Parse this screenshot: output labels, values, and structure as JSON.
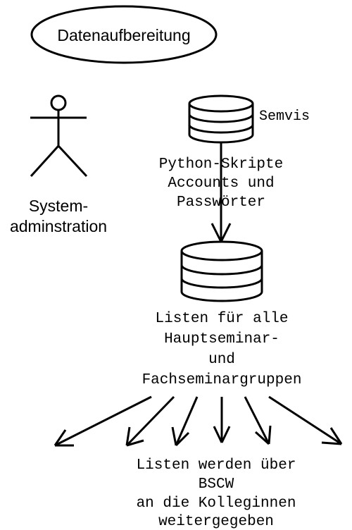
{
  "usecase": {
    "label": "Datenaufbereitung"
  },
  "actor": {
    "lines": [
      "System-",
      "adminstration"
    ]
  },
  "source_db": {
    "label": "Semvis"
  },
  "process": {
    "lines": [
      "Python-Skripte",
      "Accounts und",
      "Passwörter"
    ]
  },
  "target_db": {
    "lines": [
      "Listen für alle",
      "Hauptseminar-",
      "und",
      "Fachseminargruppen"
    ]
  },
  "distribution": {
    "lines": [
      "Listen werden über",
      "BSCW",
      "an die Kolleginnen",
      "weitergegeben"
    ]
  },
  "colors": {
    "stroke": "#000000",
    "background": "#ffffff"
  }
}
